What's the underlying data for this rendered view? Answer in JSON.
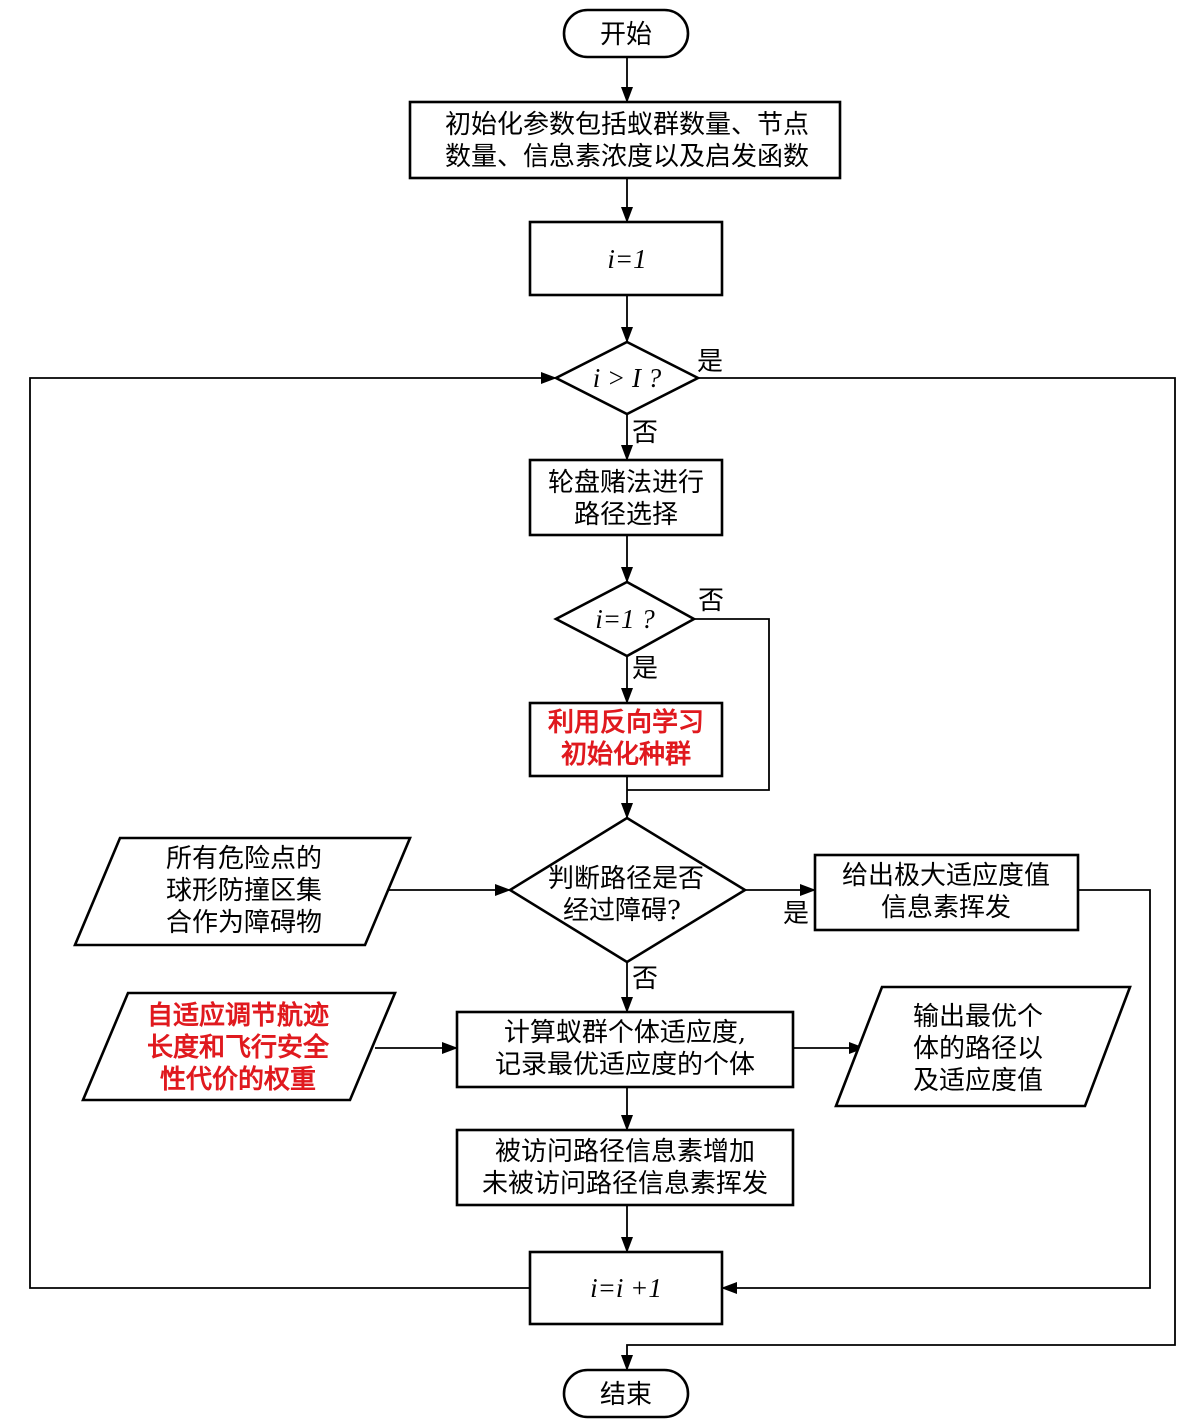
{
  "colors": {
    "stroke": "#000000",
    "highlight": "#e0191e",
    "background": "#ffffff"
  },
  "nodes": {
    "start": "开始",
    "init_line1": "初始化参数包括蚁群数量、节点",
    "init_line2": "数量、信息素浓度以及启发函数",
    "set_i": "i=1",
    "cond_iter": "i > I ?",
    "roulette_line1": "轮盘赌法进行",
    "roulette_line2": "路径选择",
    "cond_first": "i=1 ?",
    "opposition_line1": "利用反向学习",
    "opposition_line2": "初始化种群",
    "hazard_line1": "所有危险点的",
    "hazard_line2": "球形防撞区集",
    "hazard_line3": "合作为障碍物",
    "judge_line1": "判断路径是否",
    "judge_line2": "经过障碍?",
    "penalty_line1": "给出极大适应度值",
    "penalty_line2": "信息素挥发",
    "adaptive_line1": "自适应调节航迹",
    "adaptive_line2": "长度和飞行安全",
    "adaptive_line3": "性代价的权重",
    "fitness_line1": "计算蚁群个体适应度,",
    "fitness_line2": "记录最优适应度的个体",
    "output_line1": "输出最优个",
    "output_line2": "体的路径以",
    "output_line3": "及适应度值",
    "pheromone_line1": "被访问路径信息素增加",
    "pheromone_line2": "未被访问路径信息素挥发",
    "increment": "i=i +1",
    "end": "结束"
  },
  "edge_labels": {
    "iter_yes": "是",
    "iter_no": "否",
    "first_no": "否",
    "first_yes": "是",
    "judge_yes": "是",
    "judge_no": "否"
  }
}
